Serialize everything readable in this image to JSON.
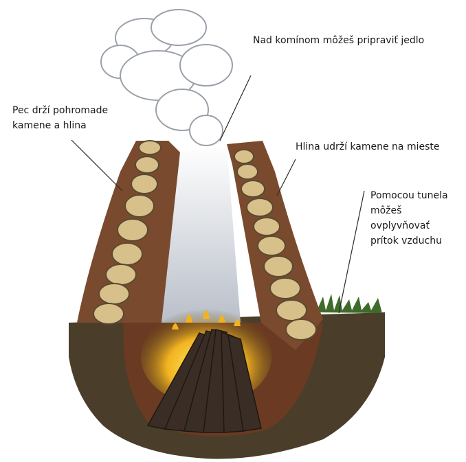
{
  "labels": {
    "chimney_top": "Nad komínom môžeš pripraviť jedlo",
    "stones_clay": [
      "Pec drží pohromade",
      "kamene a hlina"
    ],
    "clay_holds": "Hlina udrží kamene na mieste",
    "tunnel": [
      "Pomocou tunela",
      "môžeš",
      "ovplyvňovať",
      "prítok vzduchu"
    ]
  },
  "colors": {
    "soil": "#4a3e2a",
    "clay": "#7a4a2e",
    "stone": "#d8c08a",
    "smoke": "#c9cdd6",
    "fire": "#f2b320",
    "wood": "#3a2d25",
    "grass": "#3f6b2a"
  }
}
